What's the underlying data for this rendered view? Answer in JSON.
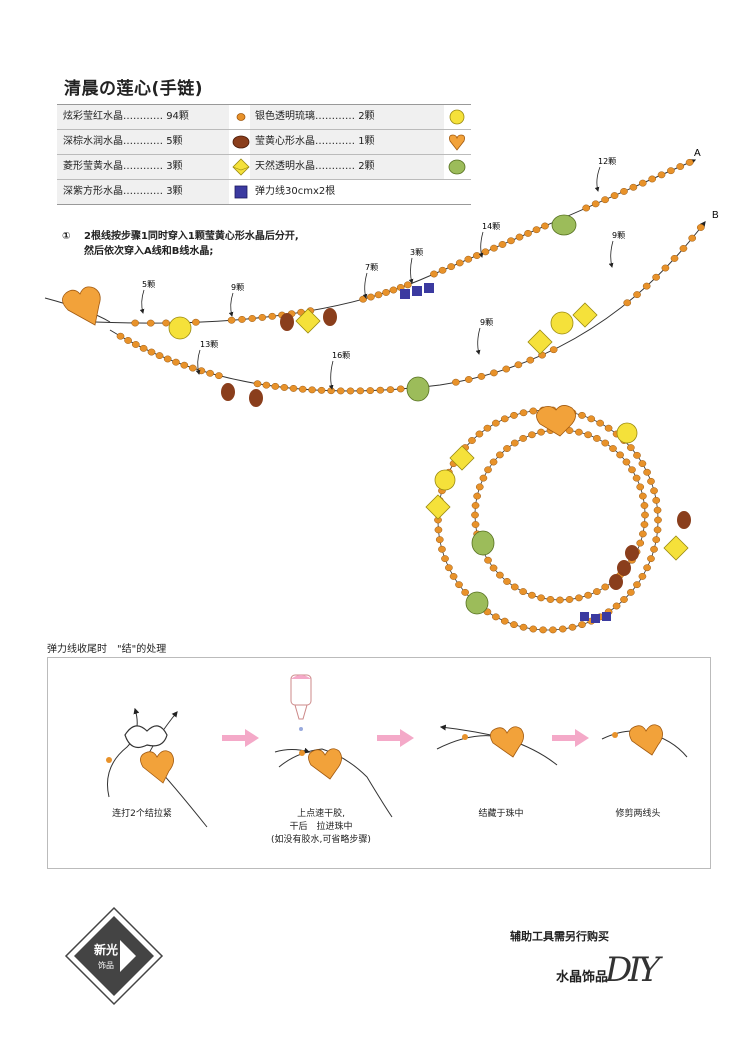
{
  "title": "清晨の莲心(手链)",
  "materials": [
    {
      "name": "炫彩莹红水晶",
      "qty": "94颗",
      "icon": "orange-small-bead-icon"
    },
    {
      "name": "银色透明琉璃",
      "qty": "2颗",
      "icon": "yellow-round-bead-icon"
    },
    {
      "name": "深棕水润水晶",
      "qty": "5颗",
      "icon": "brown-oval-bead-icon"
    },
    {
      "name": "莹黄心形水晶",
      "qty": "1颗",
      "icon": "heart-bead-icon"
    },
    {
      "name": "菱形莹黄水晶",
      "qty": "3颗",
      "icon": "yellow-rhombus-bead-icon"
    },
    {
      "name": "天然透明水晶",
      "qty": "2颗",
      "icon": "green-oval-bead-icon"
    },
    {
      "name": "深紫方形水晶",
      "qty": "3颗",
      "icon": "purple-square-bead-icon"
    },
    {
      "name": "弹力线30cmx2根",
      "qty": "",
      "icon": "purple-square-bead-icon"
    }
  ],
  "dots": "…………",
  "step1": {
    "number": "①",
    "line1": "2根线按步骤1同时穿入1颗莹黄心形水晶后分开,",
    "line2": "然后依次穿入A线和B线水晶;"
  },
  "diagram_labels": {
    "line_a": "A",
    "line_b": "B",
    "c1": "5颗",
    "c2": "9颗",
    "c3": "7颗",
    "c4": "3颗",
    "c5": "14颗",
    "c6": "12颗",
    "c7": "13颗",
    "c8": "16颗",
    "c9": "9颗",
    "c10": "9颗"
  },
  "section2_title": "弹力线收尾时　\"结\"的处理",
  "finish_steps": {
    "s1": "连打2个结拉紧",
    "s2_l1": "上点速干胶,",
    "s2_l2": "干后　拉进珠中",
    "s2_l3": "(如没有胶水,可省略步骤)",
    "s3": "结藏于珠中",
    "s4": "修剪两线头"
  },
  "logo": {
    "line1": "新光",
    "line2": "饰品"
  },
  "footer_note": "辅助工具需另行购买",
  "brand_text": "水晶饰品",
  "brand_script": "DIY",
  "colors": {
    "orange": "#e8922a",
    "yellow": "#f5e13a",
    "brown": "#8a3e1c",
    "green": "#9cbc5a",
    "purple": "#3b3aa0",
    "heart": "#f2a23a",
    "pink": "#f4a9c8"
  }
}
